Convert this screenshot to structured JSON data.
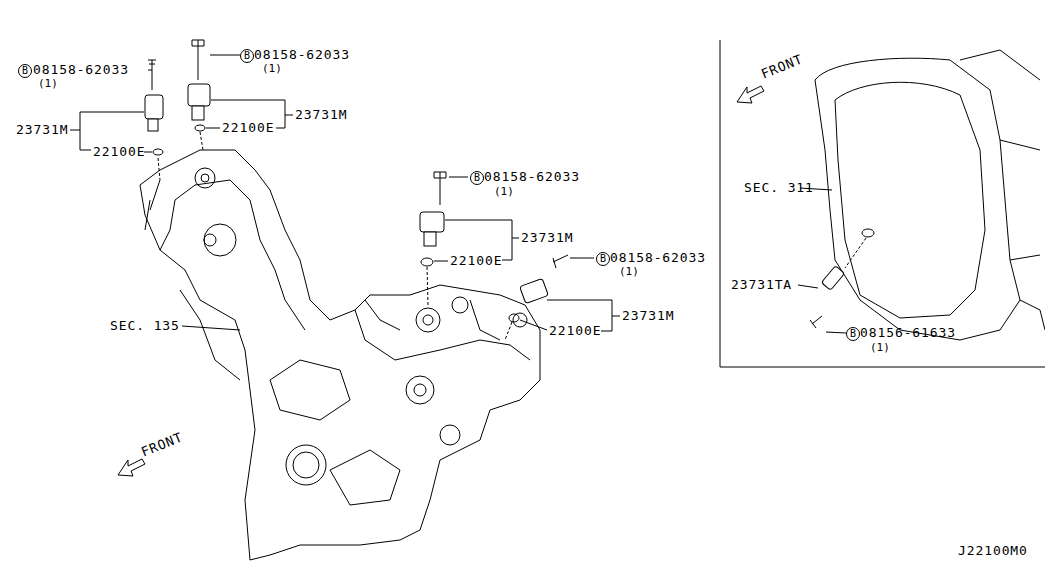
{
  "diagram": {
    "labels": [
      "B",
      "08158-62033",
      "(1)",
      "B",
      "08158-62033",
      "(1)",
      "23731M",
      "22100E",
      "22100E",
      "23731M",
      "SEC. 135",
      "B",
      "08158-62033",
      "(1)",
      "23731M",
      "22100E",
      "B",
      "08158-62033",
      "(1)",
      "23731M",
      "22100E",
      "FRONT",
      "FRONT",
      "SEC. 311",
      "23731TA",
      "B",
      "08156-61633",
      "(1)",
      "J22100M0"
    ]
  }
}
